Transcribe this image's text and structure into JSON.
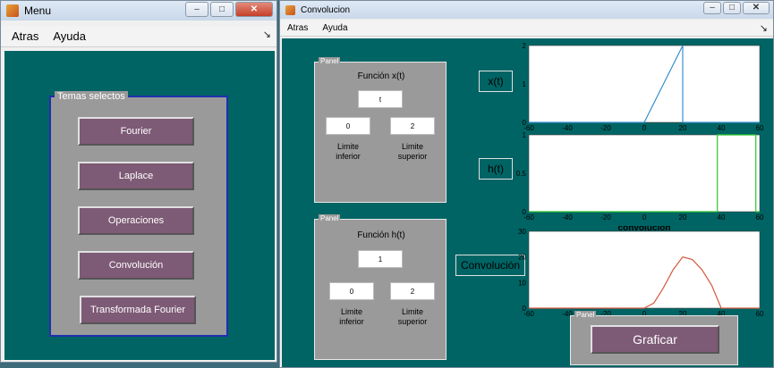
{
  "menu_window": {
    "title": "Menu",
    "menubar": {
      "items": [
        "Atras",
        "Ayuda"
      ]
    },
    "panel_title": "Temas selectos",
    "buttons": [
      "Fourier",
      "Laplace",
      "Operaciones",
      "Convolución",
      "Transformada Fourier"
    ]
  },
  "conv_window": {
    "title": "Convolucion",
    "menubar": {
      "items": [
        "Atras",
        "Ayuda"
      ]
    },
    "panel_x": {
      "title": "Panel",
      "heading": "Función x(t)",
      "func_value": "t",
      "lower_value": "0",
      "upper_value": "2",
      "lower_label_1": "Limite",
      "lower_label_2": "inferior",
      "upper_label_1": "Limite",
      "upper_label_2": "superior"
    },
    "panel_h": {
      "title": "Panel",
      "heading": "Función h(t)",
      "func_value": "1",
      "lower_value": "0",
      "upper_value": "2",
      "lower_label_1": "Limite",
      "lower_label_2": "inferior",
      "upper_label_1": "Limite",
      "upper_label_2": "superior"
    },
    "xt_button": "x(t)",
    "ht_button": "h(t)",
    "conv_button": "Convolución",
    "graficar_panel_title": "Panel",
    "graficar_button": "Graficar",
    "colors": {
      "teal_bg": "#006464",
      "button_purple": "#7d5a75",
      "panel_gray": "#9a9a9a"
    }
  },
  "chart_data": [
    {
      "type": "line",
      "title": "",
      "xlim": [
        -60,
        60
      ],
      "ylim": [
        0,
        2
      ],
      "x_ticks": [
        "-60",
        "-40",
        "-20",
        "0",
        "20",
        "40",
        "60"
      ],
      "y_ticks": [
        "0",
        "1",
        "2"
      ],
      "series": [
        {
          "color": "#3a8fcf",
          "x": [
            -60,
            0,
            20,
            20,
            60
          ],
          "y": [
            0,
            0,
            2,
            0,
            0
          ]
        }
      ]
    },
    {
      "type": "line",
      "title": "",
      "xlim": [
        -60,
        60
      ],
      "ylim": [
        0,
        1
      ],
      "x_ticks": [
        "-60",
        "-40",
        "-20",
        "0",
        "20",
        "40",
        "60"
      ],
      "y_ticks": [
        "0",
        "0.5",
        "1"
      ],
      "series": [
        {
          "color": "#2ec42e",
          "x": [
            -60,
            38,
            38,
            58,
            58,
            60
          ],
          "y": [
            0,
            0,
            1,
            1,
            0,
            0
          ]
        }
      ]
    },
    {
      "type": "line",
      "title": "convolución",
      "xlim": [
        -60,
        60
      ],
      "ylim": [
        0,
        30
      ],
      "x_ticks": [
        "-60",
        "-40",
        "-20",
        "0",
        "20",
        "40",
        "60"
      ],
      "y_ticks": [
        "0",
        "10",
        "20",
        "30"
      ],
      "series": [
        {
          "color": "#d6583e",
          "x": [
            -60,
            0,
            5,
            10,
            15,
            20,
            25,
            30,
            35,
            40,
            60
          ],
          "y": [
            0,
            0,
            2,
            8,
            15,
            20,
            19,
            15,
            9,
            0,
            0
          ]
        }
      ]
    }
  ]
}
